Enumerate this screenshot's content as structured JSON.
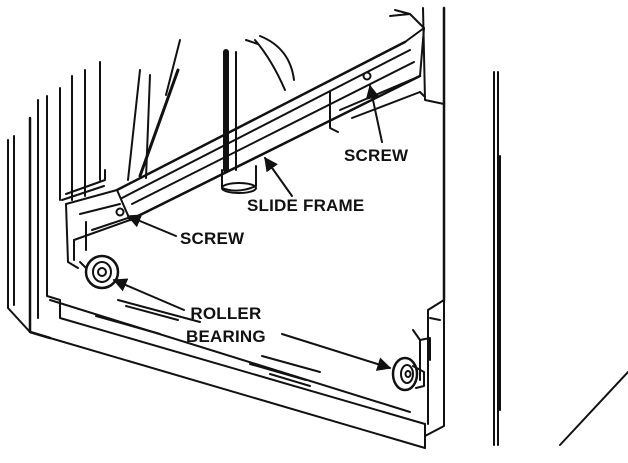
{
  "labels": {
    "screw_top": "SCREW",
    "slide_frame": "SLIDE FRAME",
    "screw_left": "SCREW",
    "roller_line1": "ROLLER",
    "roller_line2": "BEARING"
  },
  "colors": {
    "ink": "#111111",
    "paper": "#ffffff"
  }
}
